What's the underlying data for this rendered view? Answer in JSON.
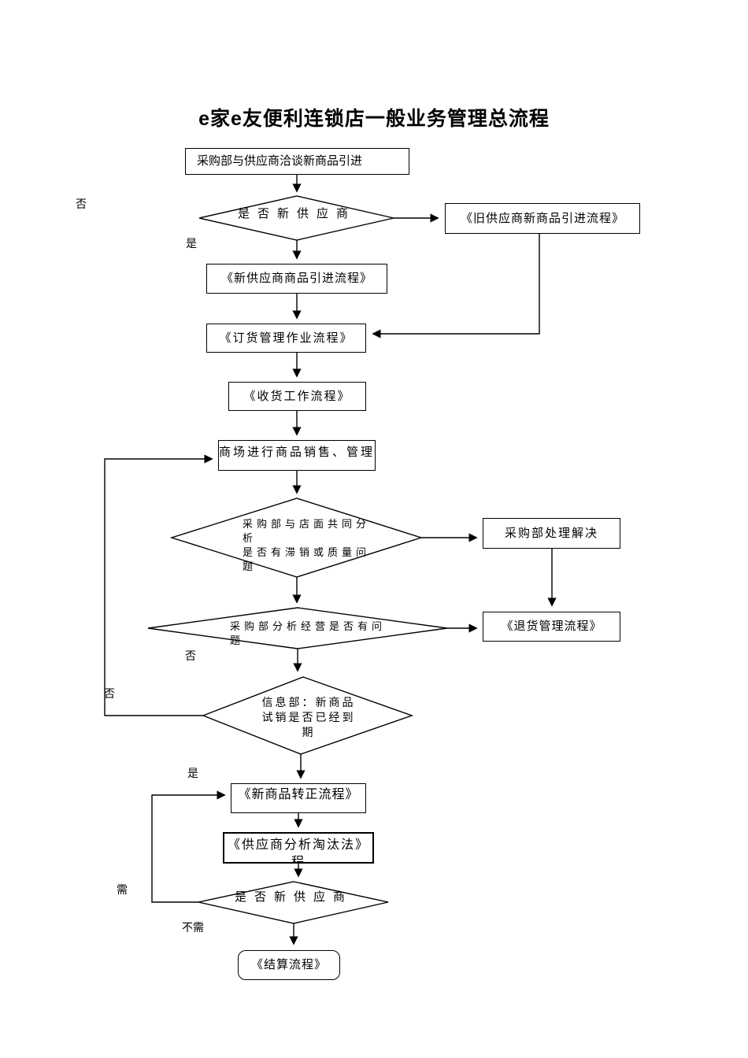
{
  "page": {
    "title": "e家e友便利连锁店一般业务管理总流程",
    "background_color": "#ffffff",
    "line_color": "#000000"
  },
  "nodes": {
    "talk": {
      "type": "process",
      "text": "采购部与供应商洽谈新商品引进"
    },
    "d_new_supplier_top": {
      "type": "decision",
      "text": "是否新供应商"
    },
    "old_supplier_flow": {
      "type": "process",
      "text": "《旧供应商新商品引进流程》"
    },
    "new_supplier_flow": {
      "type": "process",
      "text": "《新供应商商品引进流程》"
    },
    "order_flow": {
      "type": "process",
      "text": "《订货管理作业流程》"
    },
    "receive_flow": {
      "type": "process",
      "text": "《收货工作流程》"
    },
    "sale": {
      "type": "process",
      "text": "商场进行商品销售、管理"
    },
    "d_analysis": {
      "type": "decision",
      "lines": [
        "采购部与店面共同分析",
        "是否有滞销或质量问题"
      ]
    },
    "handle": {
      "type": "process",
      "text": "采购部处理解决"
    },
    "d_operation": {
      "type": "decision",
      "text": "采购部分析经营是否有问题"
    },
    "return_flow": {
      "type": "process",
      "text": "《退货管理流程》"
    },
    "d_trial": {
      "type": "decision",
      "text": "信息部：新商品试销是否已经到期"
    },
    "regular_flow": {
      "type": "process",
      "text": "《新商品转正流程》"
    },
    "eliminate_flow": {
      "type": "process",
      "text": "《供应商分析淘汰法》程"
    },
    "d_new_supplier_bottom": {
      "type": "decision",
      "text": "是否新供应商"
    },
    "settle_flow": {
      "type": "terminator",
      "text": "《结算流程》"
    }
  },
  "labels": {
    "no1": "否",
    "yes1": "是",
    "no2": "否",
    "no3": "否",
    "yes3": "是",
    "need": "需",
    "no_need": "不需"
  }
}
